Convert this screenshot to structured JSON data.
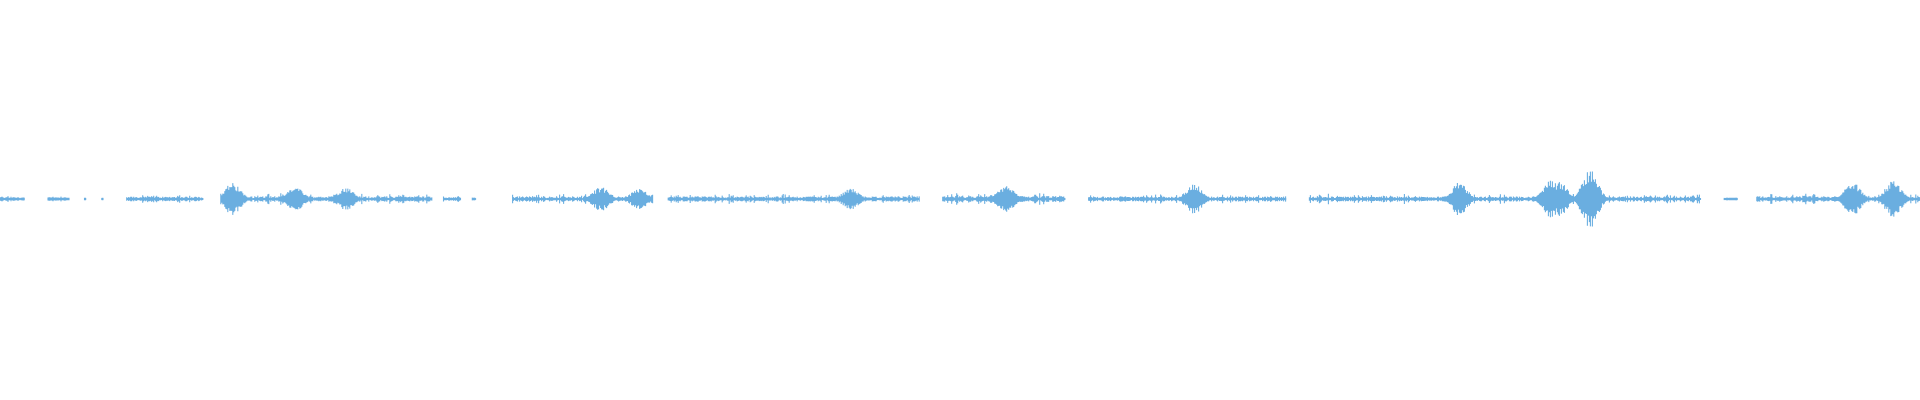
{
  "waveform": {
    "color": "#6aaee0",
    "background": "#ffffff",
    "amplitude_max": 1.0,
    "baseline_amplitude": 0.03,
    "sound_segments": [
      {
        "start": 0.0,
        "end": 0.013,
        "level": 0.1
      },
      {
        "start": 0.025,
        "end": 0.036,
        "level": 0.08
      },
      {
        "start": 0.044,
        "end": 0.045,
        "level": 0.04
      },
      {
        "start": 0.053,
        "end": 0.054,
        "level": 0.04
      },
      {
        "start": 0.066,
        "end": 0.106,
        "level": 0.14
      },
      {
        "start": 0.115,
        "end": 0.225,
        "level": 0.18
      },
      {
        "start": 0.231,
        "end": 0.24,
        "level": 0.08
      },
      {
        "start": 0.246,
        "end": 0.248,
        "level": 0.05
      },
      {
        "start": 0.267,
        "end": 0.34,
        "level": 0.17
      },
      {
        "start": 0.348,
        "end": 0.479,
        "level": 0.16
      },
      {
        "start": 0.491,
        "end": 0.555,
        "level": 0.2
      },
      {
        "start": 0.567,
        "end": 0.67,
        "level": 0.15
      },
      {
        "start": 0.682,
        "end": 0.886,
        "level": 0.16
      },
      {
        "start": 0.898,
        "end": 0.905,
        "level": 0.05
      },
      {
        "start": 0.915,
        "end": 1.0,
        "level": 0.18
      }
    ],
    "peaks": [
      {
        "position": 0.121,
        "level": 0.55
      },
      {
        "position": 0.154,
        "level": 0.4
      },
      {
        "position": 0.18,
        "level": 0.38
      },
      {
        "position": 0.313,
        "level": 0.4
      },
      {
        "position": 0.333,
        "level": 0.35
      },
      {
        "position": 0.443,
        "level": 0.36
      },
      {
        "position": 0.524,
        "level": 0.45
      },
      {
        "position": 0.622,
        "level": 0.5
      },
      {
        "position": 0.76,
        "level": 0.55
      },
      {
        "position": 0.808,
        "level": 0.65
      },
      {
        "position": 0.812,
        "level": 0.6
      },
      {
        "position": 0.828,
        "level": 1.0
      },
      {
        "position": 0.965,
        "level": 0.55
      },
      {
        "position": 0.986,
        "level": 0.6
      }
    ]
  }
}
